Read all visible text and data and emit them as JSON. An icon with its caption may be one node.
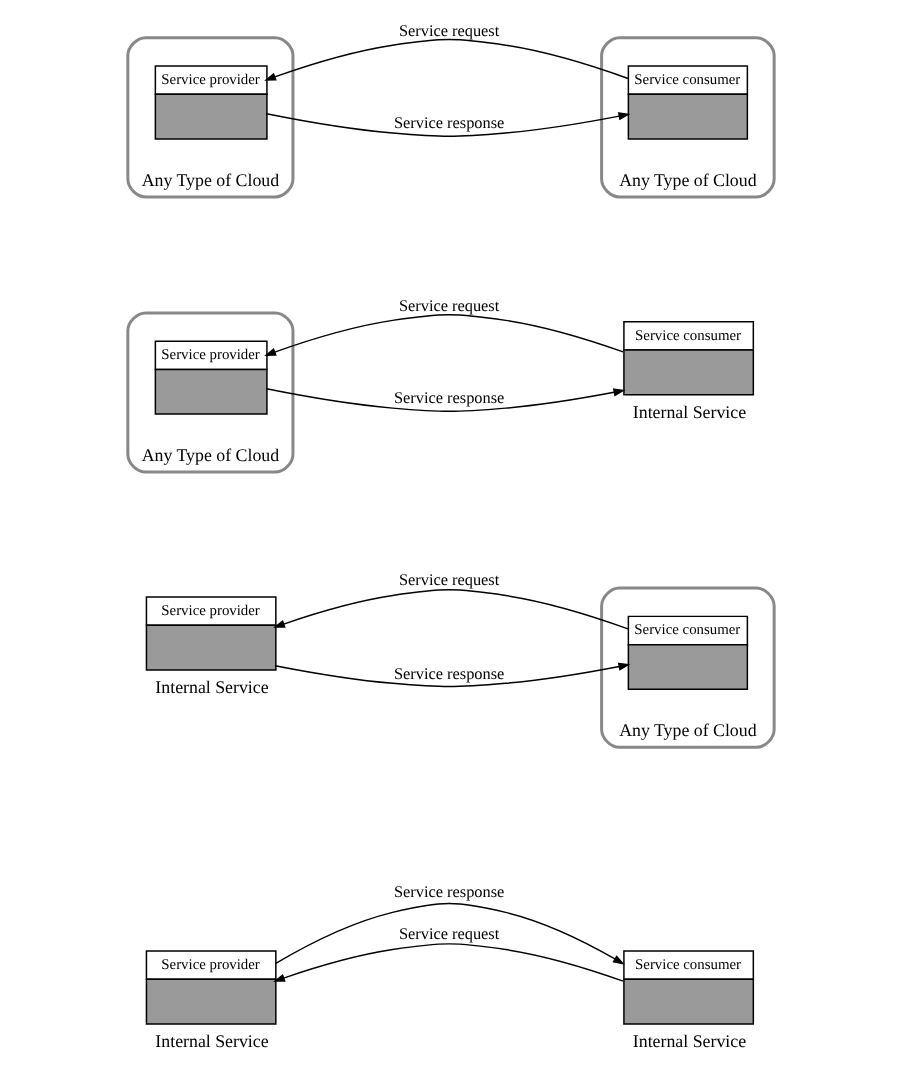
{
  "diagram": {
    "nodes": [
      {
        "text": [
          "Any Type of Cloud"
        ]
      },
      {
        "text": [
          "Service provider"
        ],
        "in": 0
      },
      {
        "text": [
          "Any Type of Cloud"
        ]
      },
      {
        "text": [
          "Service consumer"
        ],
        "in": 2
      },
      {
        "text": [
          "Any Type of Cloud"
        ]
      },
      {
        "text": [
          "Service provider"
        ],
        "in": 4
      },
      {
        "text": [
          "Service consumer"
        ],
        "beside": [
          "Internal Service"
        ]
      },
      {
        "text": [
          "Service provider"
        ],
        "beside": [
          "Internal Service"
        ]
      },
      {
        "text": [
          "Any Type of Cloud"
        ]
      },
      {
        "text": [
          "Service consumer"
        ],
        "in": 8
      },
      {
        "text": [
          "Service provider"
        ],
        "beside": [
          "Internal Service"
        ]
      },
      {
        "text": [
          "Service consumer"
        ],
        "beside": [
          "Internal Service"
        ]
      }
    ],
    "edges": [
      {
        "from": 3,
        "to": 1,
        "arrow": "to",
        "label": "Service request"
      },
      {
        "from": 1,
        "to": 3,
        "arrow": "to",
        "label": "Service response"
      },
      {
        "from": 6,
        "to": 5,
        "arrow": "to",
        "label": "Service request"
      },
      {
        "from": 5,
        "to": 6,
        "arrow": "to",
        "label": "Service response"
      },
      {
        "from": 9,
        "to": 7,
        "arrow": "to",
        "label": "Service request"
      },
      {
        "from": 7,
        "to": 9,
        "arrow": "to",
        "label": "Service response"
      },
      {
        "from": 11,
        "to": 10,
        "arrow": "to",
        "label": "Service request"
      },
      {
        "from": 10,
        "to": 11,
        "arrow": "to",
        "label": "Service response"
      }
    ]
  }
}
